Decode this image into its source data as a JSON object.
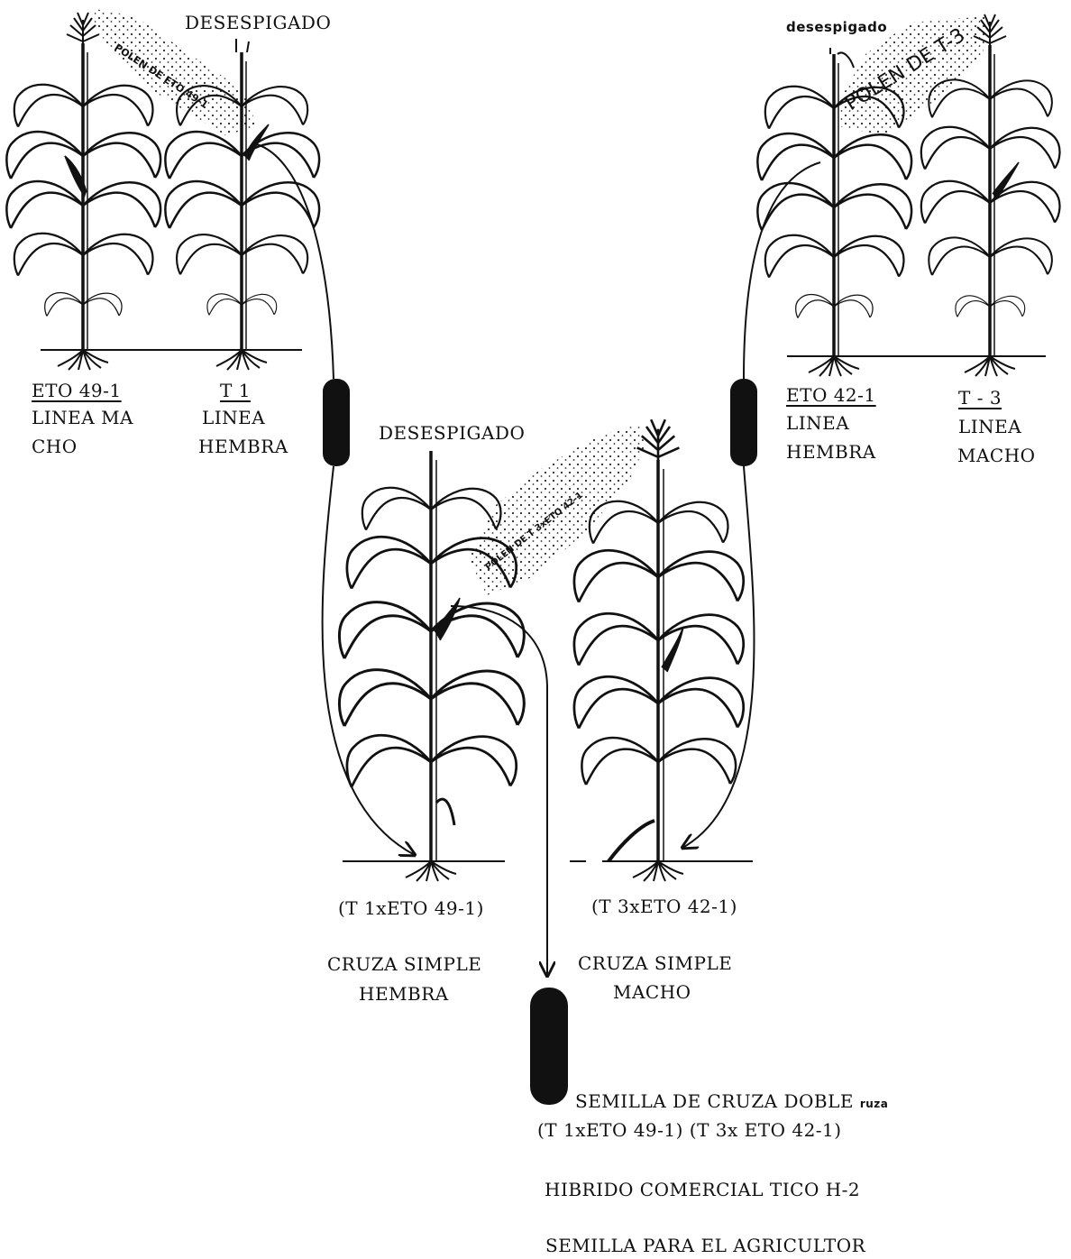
{
  "top_left": {
    "detasseled_label": "DESESPIGADO",
    "pollen_label": "POLEN DE ETO 49-1",
    "male_line": {
      "name": "ETO 49-1",
      "role_line1": "LINEA MA",
      "role_line2": "CHO"
    },
    "female_line": {
      "name": "T 1",
      "role_line1": "LINEA",
      "role_line2": "HEMBRA"
    }
  },
  "top_right": {
    "detasseled_label": "desespigado",
    "pollen_label": "POLEN DE T-3",
    "female_line": {
      "name": "ETO 42-1",
      "role_line1": "LINEA",
      "role_line2": "HEMBRA"
    },
    "male_line": {
      "name": "T - 3",
      "role_line1": "LINEA",
      "role_line2": "MACHO"
    }
  },
  "middle": {
    "detasseled_label": "DESESPIGADO",
    "pollen_label": "POLEN DE T 3xETO 42-1",
    "female_cross": {
      "formula": "(T 1xETO 49-1)",
      "line1": "CRUZA SIMPLE",
      "line2": "HEMBRA"
    },
    "male_cross": {
      "formula": "(T 3xETO 42-1)",
      "line1": "CRUZA SIMPLE",
      "line2": "MACHO"
    }
  },
  "result": {
    "seed_label": "SEMILLA DE CRUZA DOBLE",
    "seed_suffix": "ruza",
    "formula": "(T 1xETO 49-1) (T 3x ETO  42-1)",
    "hybrid": "HIBRIDO COMERCIAL TICO H-2",
    "farmer": "SEMILLA PARA EL AGRICULTOR"
  }
}
